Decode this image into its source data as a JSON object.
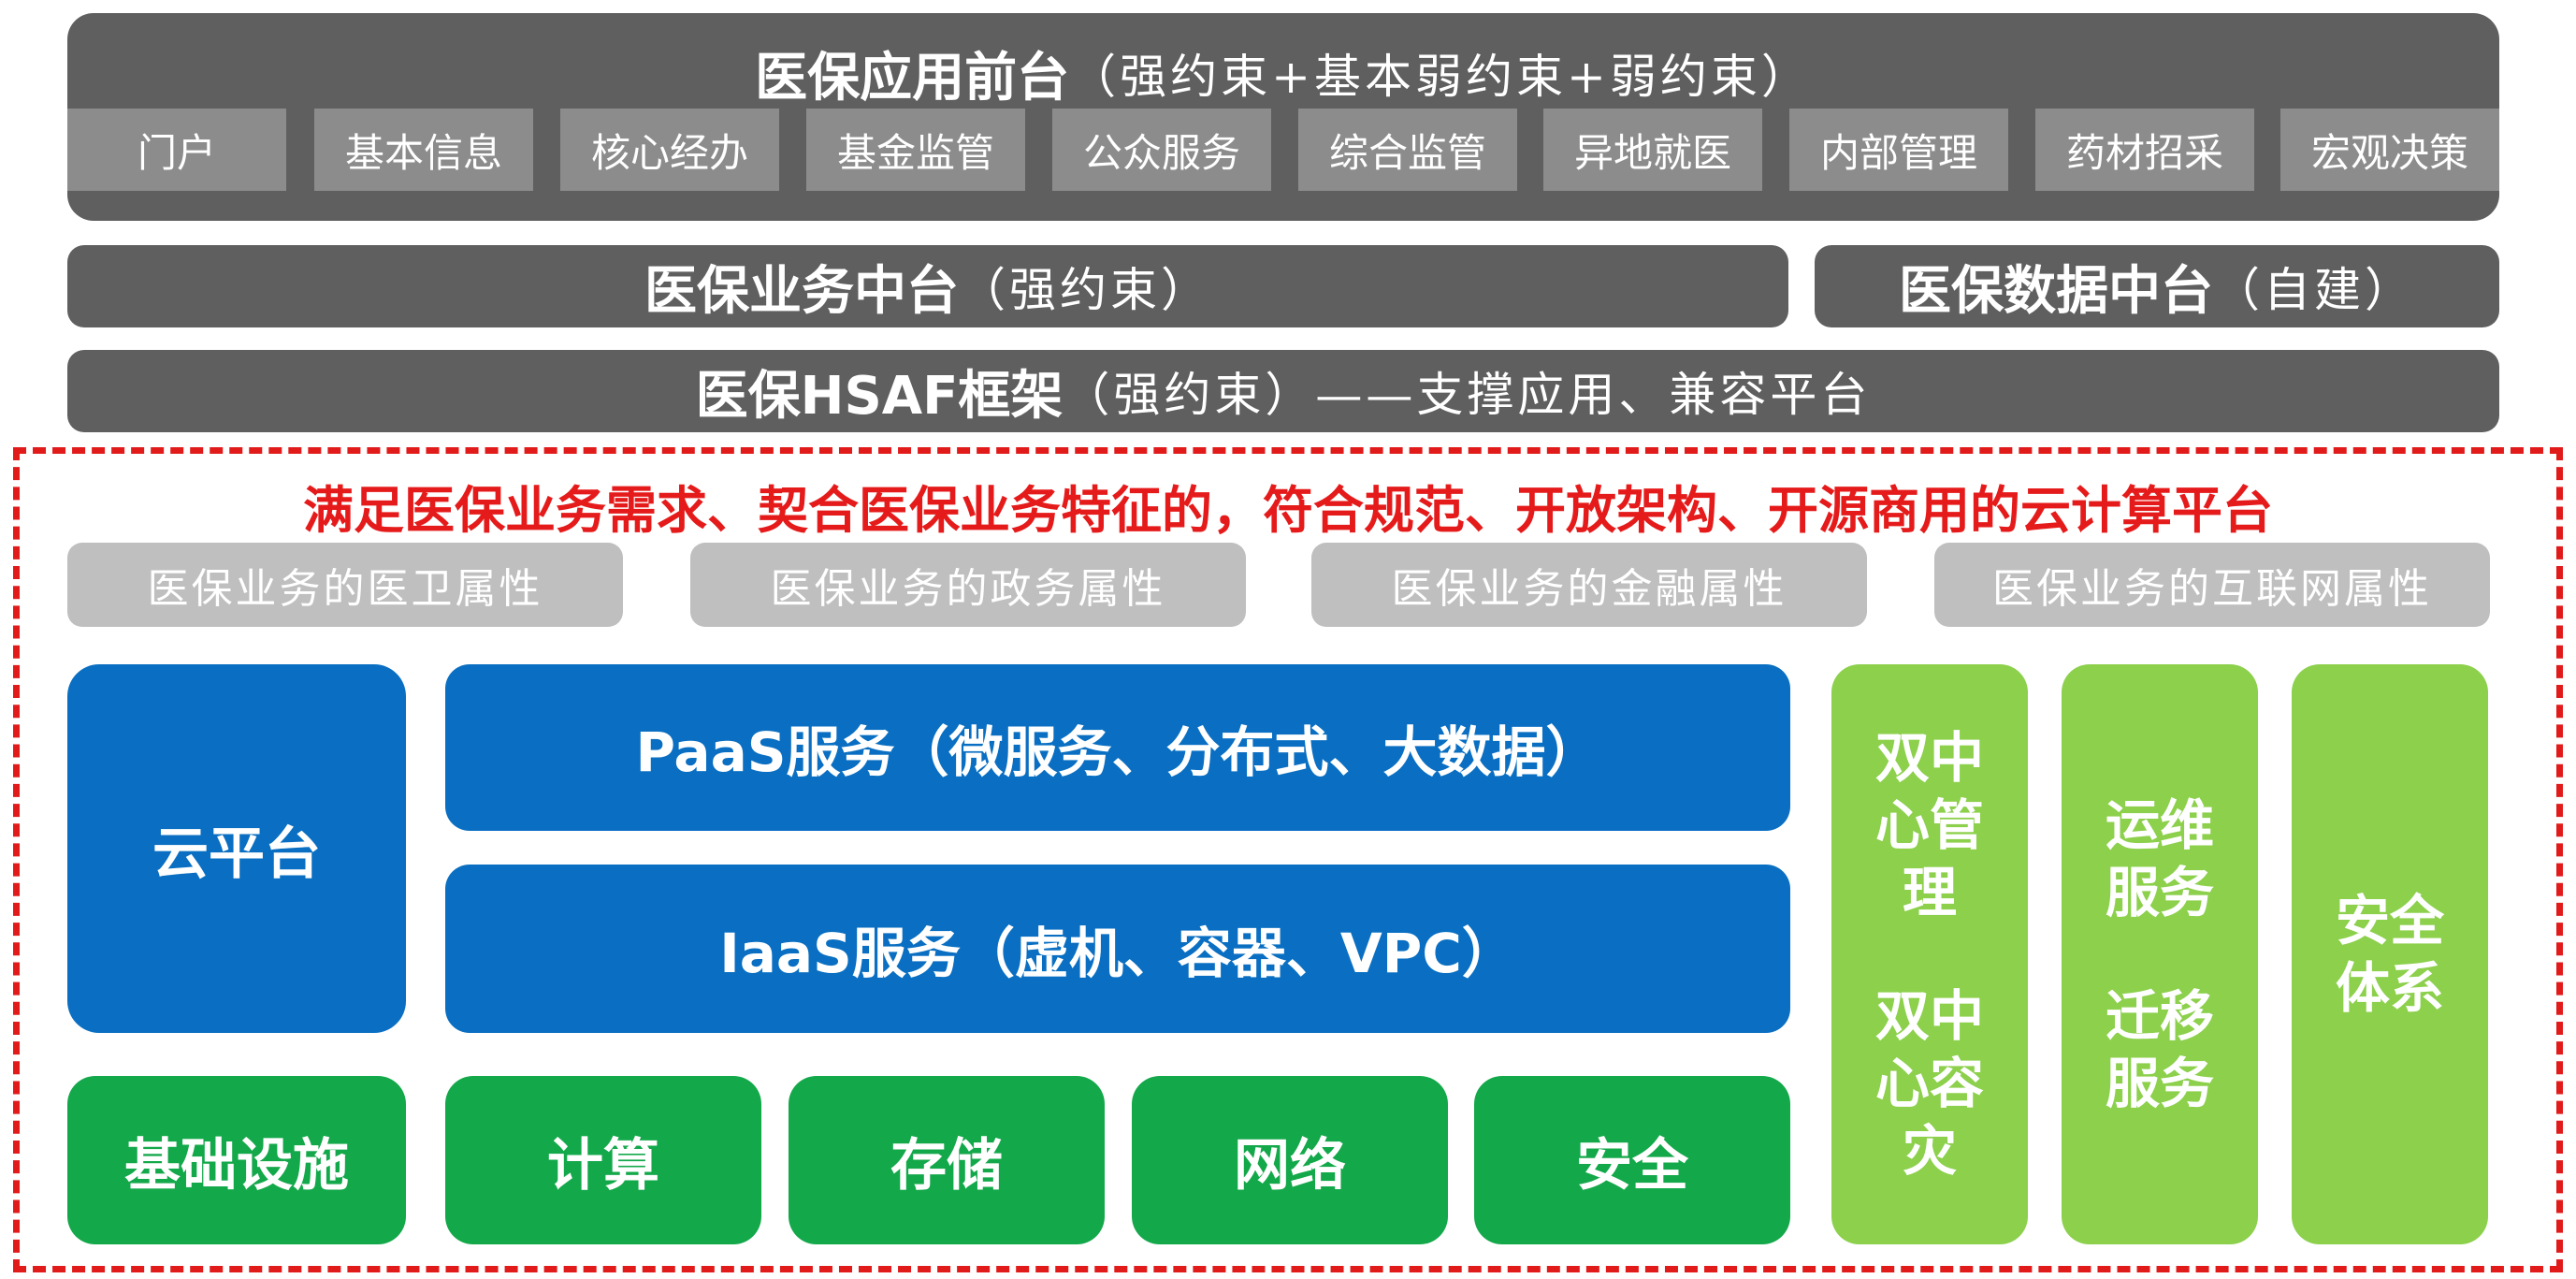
{
  "front": {
    "title": "医保应用前台",
    "note": "（强约束+基本弱约束+弱约束）",
    "modules": [
      "门户",
      "基本信息",
      "核心经办",
      "基金监管",
      "公众服务",
      "综合监管",
      "异地就医",
      "内部管理",
      "药材招采",
      "宏观决策"
    ]
  },
  "middle": {
    "business_title": "医保业务中台",
    "business_note": "（强约束）",
    "data_title": "医保数据中台",
    "data_note": "（自建）"
  },
  "framework": {
    "title": "医保HSAF框架",
    "note": "（强约束）——支撑应用、兼容平台"
  },
  "platform": {
    "headline": "满足医保业务需求、契合医保业务特征的，符合规范、开放架构、开源商用的云计算平台",
    "attributes": [
      "医保业务的医卫属性",
      "医保业务的政务属性",
      "医保业务的金融属性",
      "医保业务的互联网属性"
    ],
    "cloud": "云平台",
    "paas": "PaaS服务（微服务、分布式、大数据）",
    "iaas": "IaaS服务（虚机、容器、VPC）",
    "infra": "基础设施",
    "infra_items": [
      "计算",
      "存储",
      "网络",
      "安全"
    ],
    "dual_center_mgmt": [
      "双中",
      "心管",
      "理"
    ],
    "dual_center_dr": [
      "双中",
      "心容",
      "灾"
    ],
    "ops": [
      "运维",
      "服务"
    ],
    "migration": [
      "迁移",
      "服务"
    ],
    "security": [
      "安全",
      "体系"
    ]
  },
  "colors": {
    "dark_bar": "#5f5f5f",
    "module": "#8c8c8c",
    "dash_red": "#e11a1a",
    "attr_gray": "#bfbfbf",
    "blue": "#0a6fc2",
    "green": "#13a84a",
    "lime": "#8cd04c"
  }
}
